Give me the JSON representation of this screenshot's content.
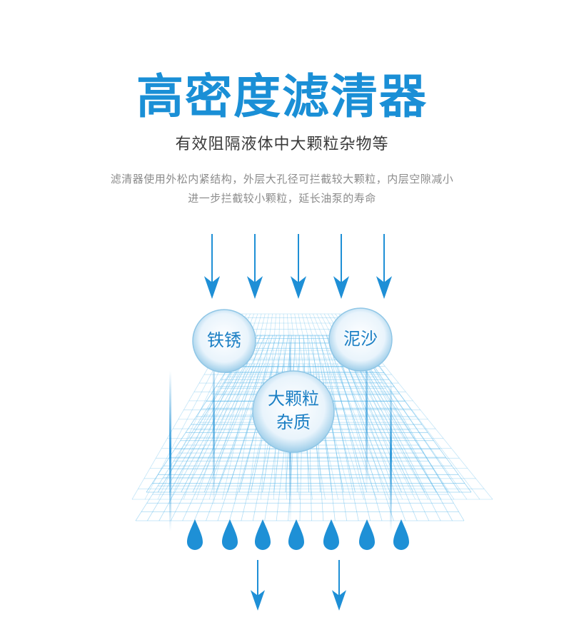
{
  "header": {
    "title": "高密度滤清器",
    "subtitle": "有效阻隔液体中大颗粒杂物等",
    "desc_line1": "滤清器使用外松内紧结构，外层大孔径可拦截较大颗粒，内层空隙减小",
    "desc_line2": "进一步拦截较小颗粒，延长油泵的寿命"
  },
  "bubbles": {
    "rust": "铁锈",
    "mud": "泥沙",
    "large_line1": "大颗粒",
    "large_line2": "杂质"
  },
  "colors": {
    "title": "#1a8fd6",
    "accent": "#1e90d6",
    "grid": "#5bb8ea"
  },
  "icons": [
    "down-arrow-icon",
    "water-drop-icon"
  ]
}
